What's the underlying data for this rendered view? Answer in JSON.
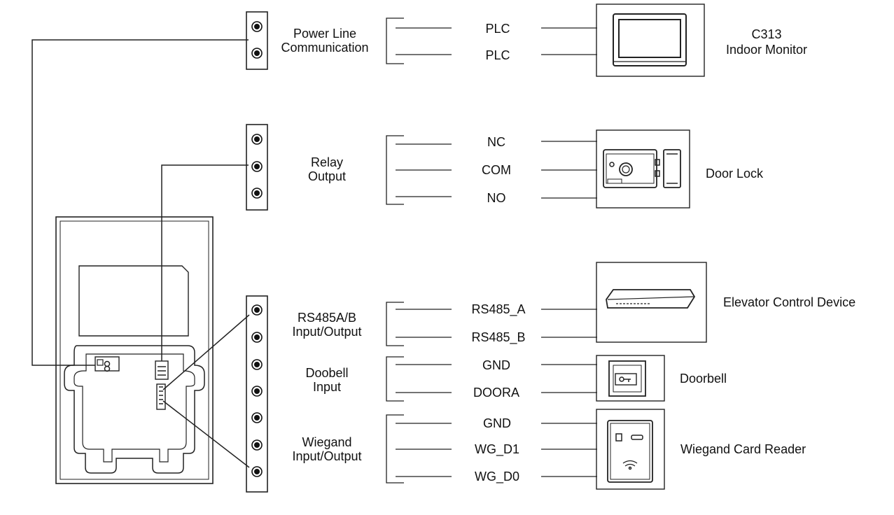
{
  "groups": {
    "plc": {
      "title": [
        "Power Line",
        "Communication"
      ],
      "signals": [
        "PLC",
        "PLC"
      ]
    },
    "relay": {
      "title": [
        "Relay",
        "Output"
      ],
      "signals": [
        "NC",
        "COM",
        "NO"
      ]
    },
    "rs485": {
      "title": [
        "RS485A/B",
        "Input/Output"
      ],
      "signals": [
        "RS485_A",
        "RS485_B"
      ]
    },
    "doorbell": {
      "title": [
        "Doobell",
        "Input"
      ],
      "signals": [
        "GND",
        "DOORA"
      ]
    },
    "wiegand": {
      "title": [
        "Wiegand",
        "Input/Output"
      ],
      "signals": [
        "GND",
        "WG_D1",
        "WG_D0"
      ]
    }
  },
  "devices": {
    "monitor": [
      "C313",
      "Indoor Monitor"
    ],
    "door_lock": "Door Lock",
    "elevator": "Elevator Control Device",
    "doorbell": "Doorbell",
    "card_reader": "Wiegand Card Reader"
  }
}
